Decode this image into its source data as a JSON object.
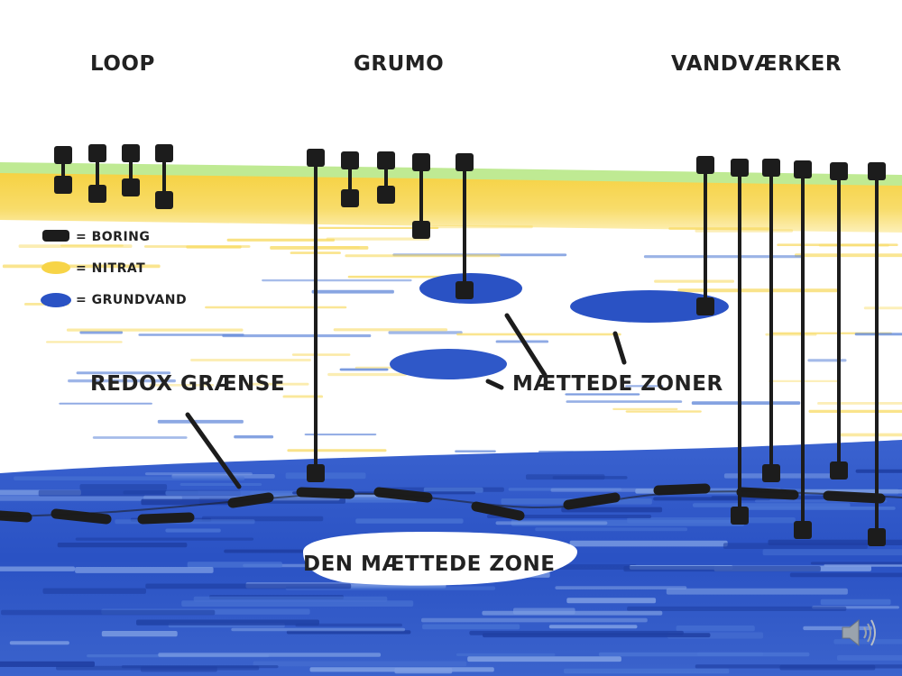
{
  "sections": {
    "loop": "LOOP",
    "grumo": "GRUMO",
    "vandvaerker": "VANDVÆRKER"
  },
  "legend": {
    "boring": "= BORING",
    "nitrat": "= NITRAT",
    "grundvand": "= GRUNDVAND"
  },
  "labels": {
    "redox": "REDOX GRÆNSE",
    "maettede_zoner": "MÆTTEDE ZONER",
    "den_maettede_zone": "DEN MÆTTEDE ZONE"
  },
  "colors": {
    "grass": "#b9e98c",
    "nitrate": "#f7d447",
    "nitrate_light": "#fbe89a",
    "groundwater": "#2a52c4",
    "groundwater_dark": "#1f3fa3",
    "groundwater_light": "#5f86d8",
    "boring": "#1c1c1c",
    "text": "#222222"
  },
  "icons": {
    "boring": "boring-marker-icon",
    "speaker": "speaker-icon"
  }
}
